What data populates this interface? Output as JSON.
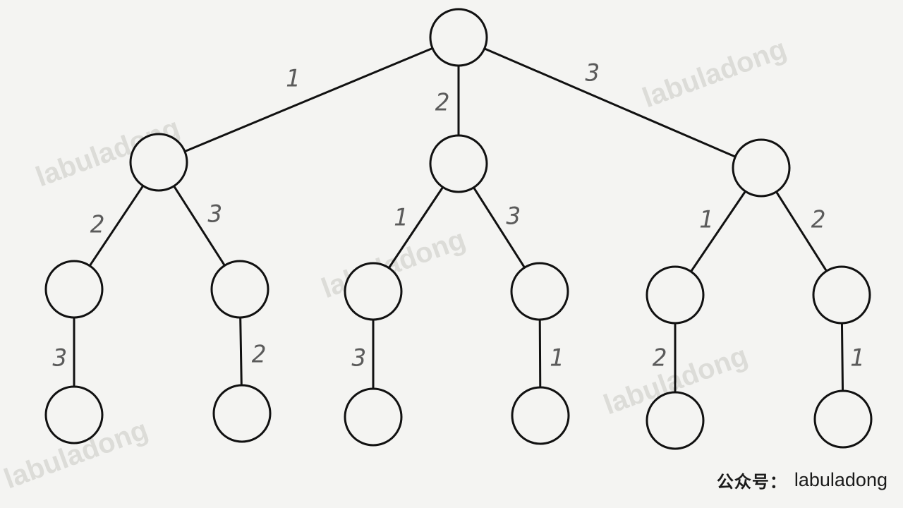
{
  "watermark": {
    "text": "labuladong"
  },
  "footer": {
    "label_cn": "公众号：",
    "label_en": "labuladong"
  },
  "tree": {
    "root": "n0",
    "nodes": [
      {
        "id": "n0"
      },
      {
        "id": "n1",
        "parent": "n0",
        "edge_label": "1"
      },
      {
        "id": "n2",
        "parent": "n0",
        "edge_label": "2"
      },
      {
        "id": "n3",
        "parent": "n0",
        "edge_label": "3"
      },
      {
        "id": "n4",
        "parent": "n1",
        "edge_label": "2"
      },
      {
        "id": "n5",
        "parent": "n1",
        "edge_label": "3"
      },
      {
        "id": "n6",
        "parent": "n2",
        "edge_label": "1"
      },
      {
        "id": "n7",
        "parent": "n2",
        "edge_label": "3"
      },
      {
        "id": "n8",
        "parent": "n3",
        "edge_label": "1"
      },
      {
        "id": "n9",
        "parent": "n3",
        "edge_label": "2"
      },
      {
        "id": "n10",
        "parent": "n4",
        "edge_label": "3"
      },
      {
        "id": "n11",
        "parent": "n5",
        "edge_label": "2"
      },
      {
        "id": "n12",
        "parent": "n6",
        "edge_label": "3"
      },
      {
        "id": "n13",
        "parent": "n7",
        "edge_label": "1"
      },
      {
        "id": "n14",
        "parent": "n8",
        "edge_label": "2"
      },
      {
        "id": "n15",
        "parent": "n9",
        "edge_label": "1"
      }
    ]
  },
  "colors": {
    "stroke": "#111111",
    "label": "#5b5b5b",
    "background": "#f4f4f2"
  }
}
